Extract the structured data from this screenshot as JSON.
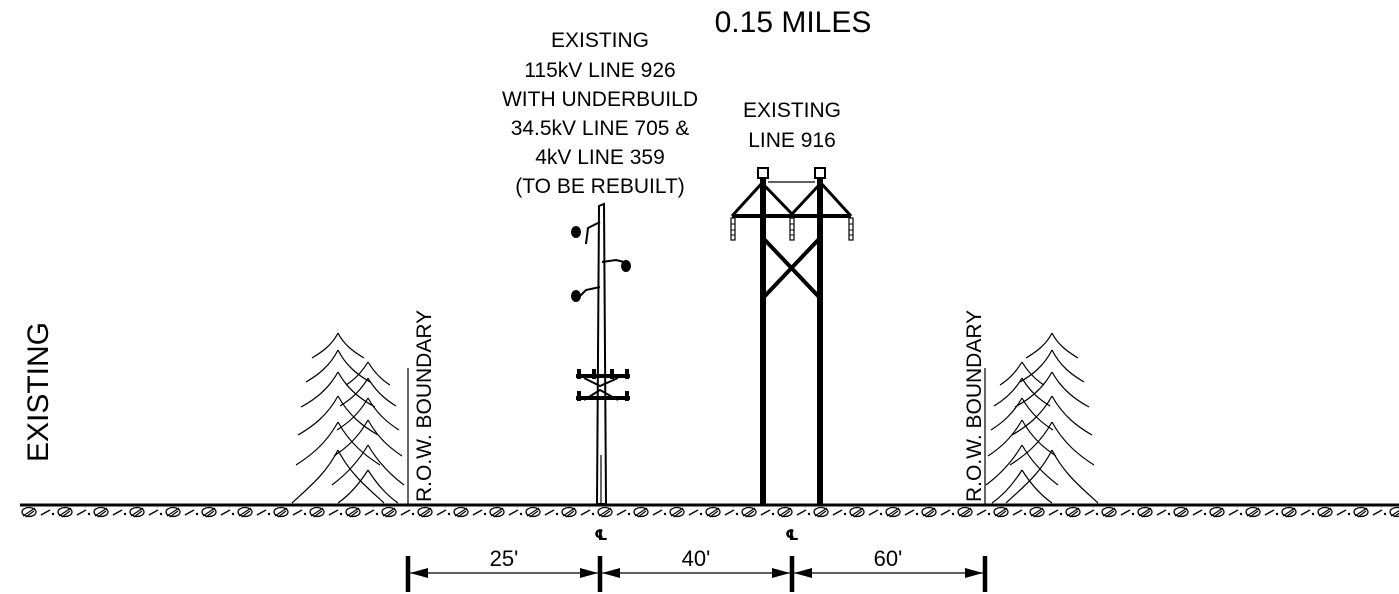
{
  "title": "0.15 MILES",
  "side_label": "EXISTING",
  "row_boundary_label": "R.O.W. BOUNDARY",
  "centerline_symbol": "℄",
  "pole_label_lines": [
    "EXISTING",
    "115kV LINE 926",
    "WITH UNDERBUILD",
    "34.5kV LINE 705 &",
    "4kV LINE 359",
    "(TO BE REBUILT)"
  ],
  "tower_label_lines": [
    "EXISTING",
    "LINE 916"
  ],
  "dimensions": [
    "25'",
    "40'",
    "60'"
  ],
  "colors": {
    "ink": "#000000",
    "background": "#ffffff"
  }
}
